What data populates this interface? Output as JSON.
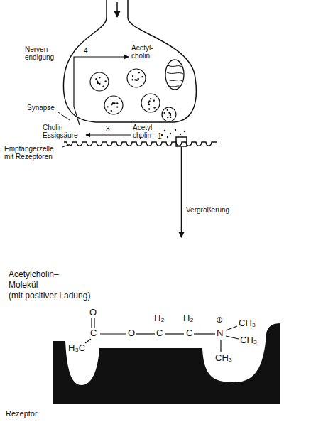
{
  "diagram": {
    "labels": [
      "Nerven endigung",
      "4",
      "Acetyl- cholin",
      "Synapse",
      "Cholin Essigsäure",
      "3",
      "Acetyl cholin",
      "1",
      "Empfängerzelle mit Rezeptoren",
      "Vergrößerung",
      "Acetylcholin–",
      "Molekül",
      "(mit positiver Ladung)",
      "O",
      "H₃C",
      "C",
      "O",
      "H₂",
      "C",
      "H₂",
      "C",
      "N",
      "⊕",
      "CH₃",
      "CH₃",
      "CH₃",
      "Rezeptor"
    ]
  }
}
